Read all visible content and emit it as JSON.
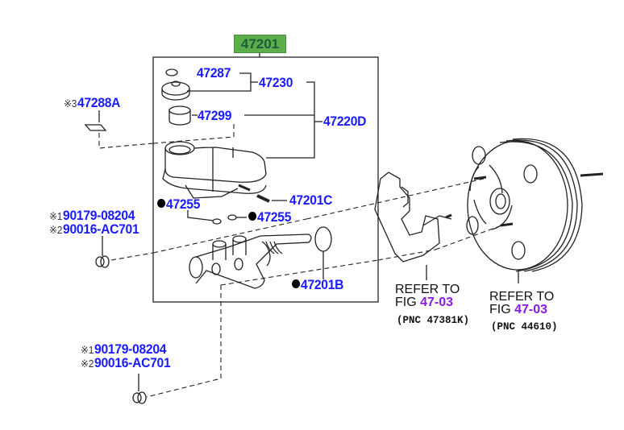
{
  "diagram": {
    "assembly_number": "47201",
    "accent_colors": {
      "part_label": "#1a1aff",
      "header_badge_bg": "#5cae4a",
      "header_badge_text": "#1d5b3a",
      "figure_link": "#8a1adf"
    },
    "parts": [
      {
        "id": "p47287",
        "number": "47287",
        "marker": ""
      },
      {
        "id": "p47230",
        "number": "47230",
        "marker": ""
      },
      {
        "id": "p47288A",
        "number": "47288A",
        "marker": "※3"
      },
      {
        "id": "p47299",
        "number": "47299",
        "marker": ""
      },
      {
        "id": "p47220D",
        "number": "47220D",
        "marker": ""
      },
      {
        "id": "p47255a",
        "number": "47255",
        "marker": "●"
      },
      {
        "id": "p47255b",
        "number": "47255",
        "marker": "●"
      },
      {
        "id": "p47201C",
        "number": "47201C",
        "marker": ""
      },
      {
        "id": "p47201B",
        "number": "47201B",
        "marker": "●"
      }
    ],
    "nut_groups": [
      {
        "lines": [
          {
            "marker": "※1",
            "number": "90179-08204"
          },
          {
            "marker": "※2",
            "number": "90016-AC701"
          }
        ]
      },
      {
        "lines": [
          {
            "marker": "※1",
            "number": "90179-08204"
          },
          {
            "marker": "※2",
            "number": "90016-AC701"
          }
        ]
      }
    ],
    "references": [
      {
        "line1": "REFER TO",
        "fig_prefix": "FIG ",
        "fig": "47-03",
        "pnc": "(PNC 47381K)"
      },
      {
        "line1": "REFER TO",
        "fig_prefix": "FIG ",
        "fig": "47-03",
        "pnc": "(PNC 44610)"
      }
    ]
  }
}
